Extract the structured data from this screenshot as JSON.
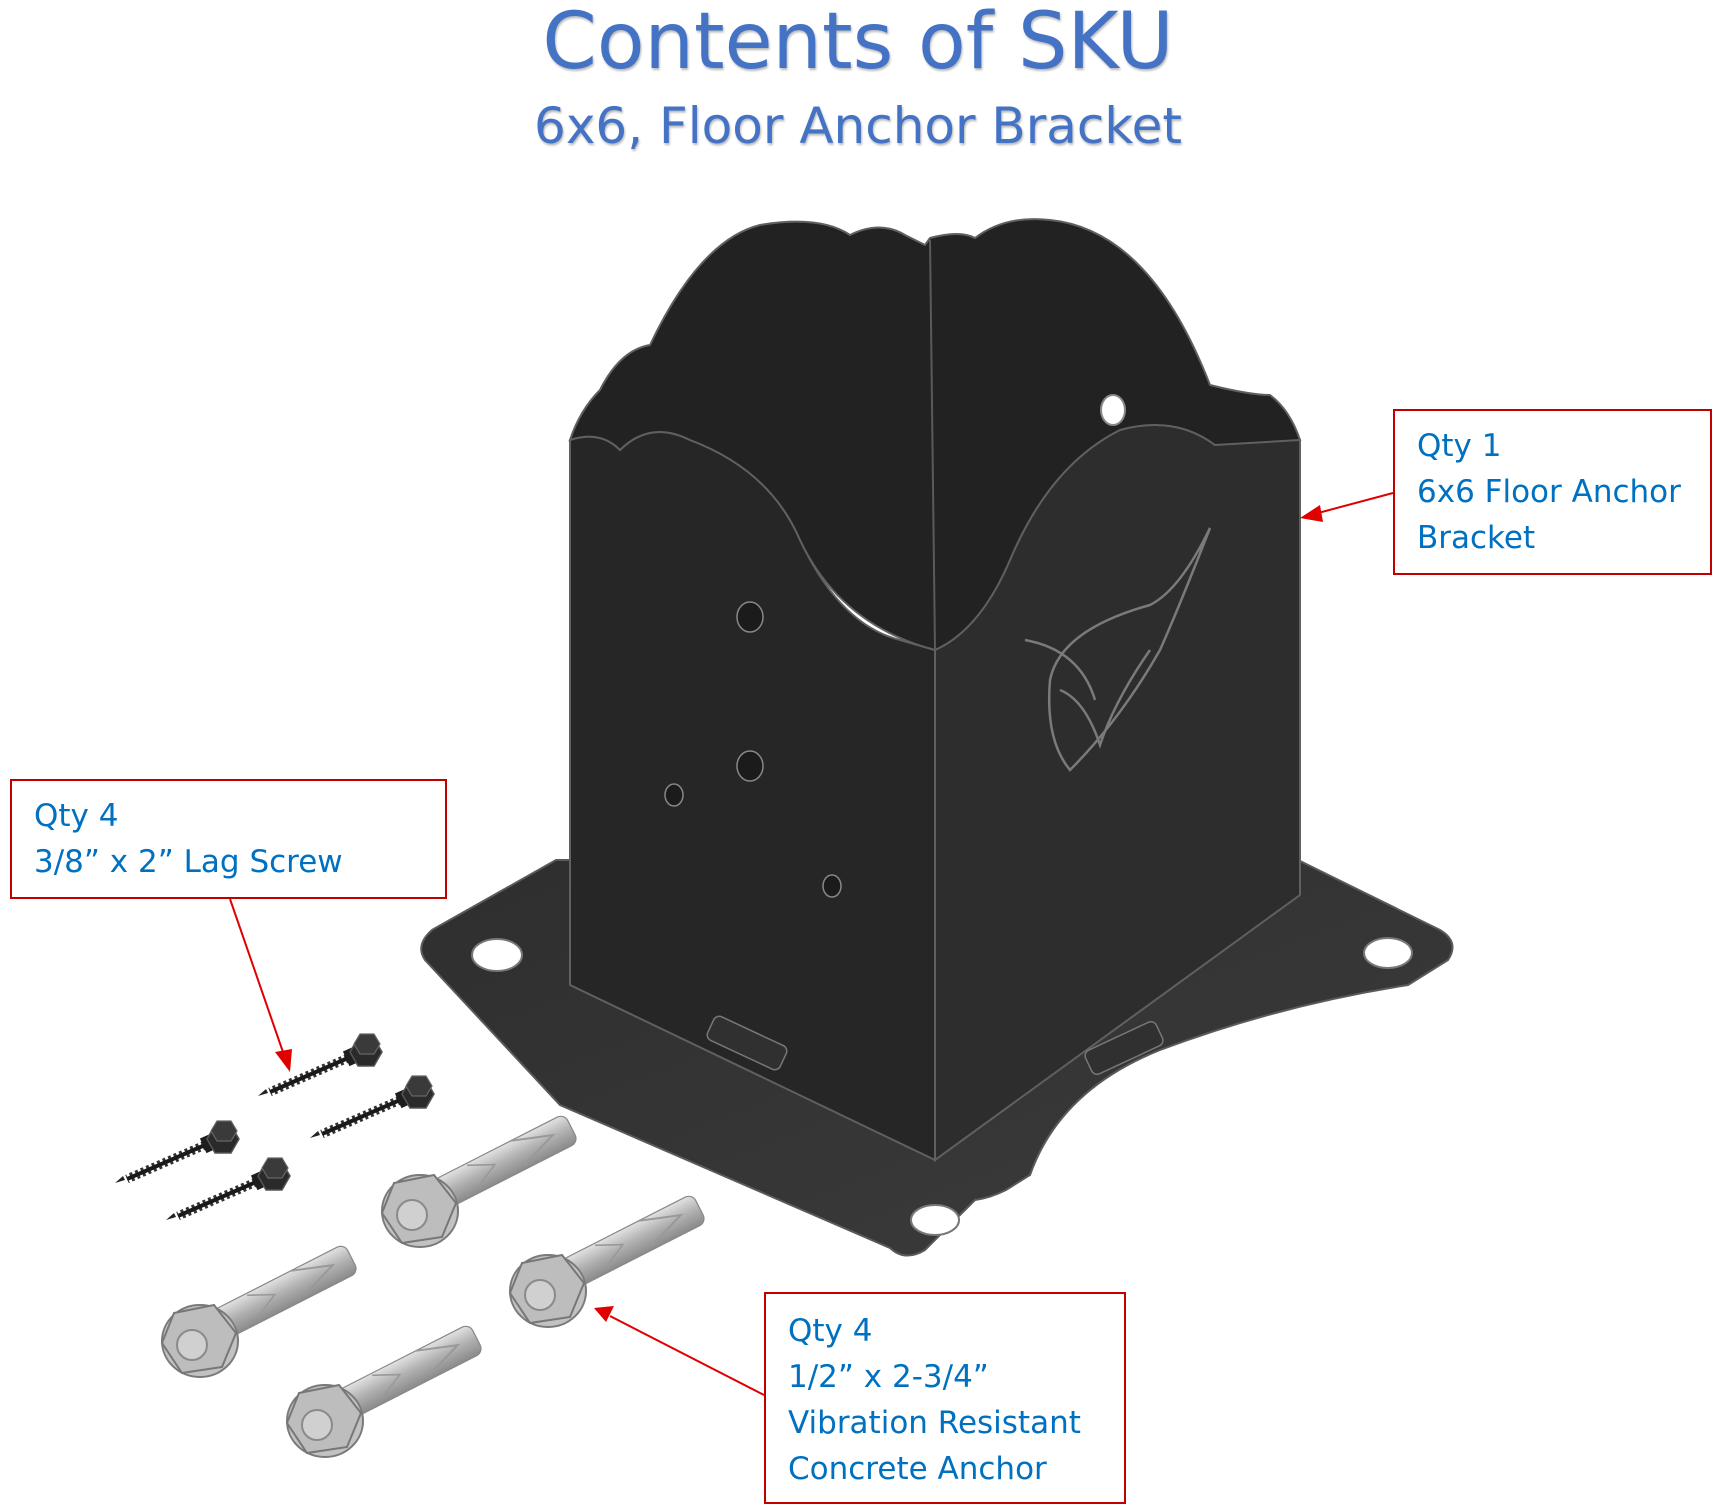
{
  "header": {
    "title": "Contents of SKU",
    "subtitle": "6x6, Floor Anchor Bracket"
  },
  "callouts": {
    "bracket": {
      "qty": "Qty 1",
      "lines": [
        "6x6 Floor Anchor",
        "Bracket"
      ]
    },
    "lag_screw": {
      "qty": "Qty 4",
      "lines": [
        "3/8” x 2” Lag Screw"
      ]
    },
    "concrete_anchor": {
      "qty": "Qty 4",
      "lines": [
        "1/2” x 2-3/4”",
        "Vibration Resistant",
        "Concrete Anchor"
      ]
    }
  },
  "colors": {
    "title": "#4472C4",
    "callout_text": "#0070C0",
    "callout_border": "#C00000",
    "arrow": "#E00000",
    "bracket_fill": "#2a2a2a",
    "anchor_fill": "#b4b4b4"
  },
  "icons": [
    "floor-anchor-bracket",
    "lag-screw",
    "concrete-anchor",
    "bracket-logo"
  ]
}
